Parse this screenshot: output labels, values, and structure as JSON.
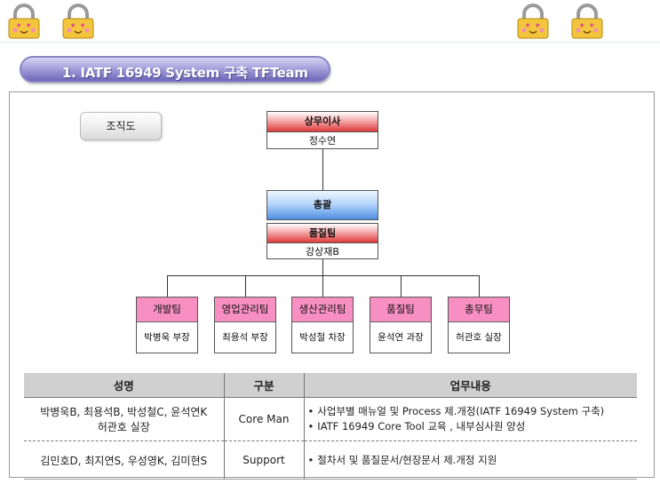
{
  "section": {
    "title": "1. IATF 16949 System 구축 TFTeam"
  },
  "org_label": "조직도",
  "org": {
    "executive": {
      "title": "상무이사",
      "name": "정수연"
    },
    "overall": {
      "title": "총괄"
    },
    "quality_lead": {
      "title": "품질팀",
      "name": "강상재B"
    },
    "teams": [
      {
        "name": "개발팀",
        "member": "박병욱 부장"
      },
      {
        "name": "영업관리팀",
        "member": "최용석 부장"
      },
      {
        "name": "생산관리팀",
        "member": "박성철 차장"
      },
      {
        "name": "품질팀",
        "member": "윤석연 과장"
      },
      {
        "name": "총무팀",
        "member": "허관호 실장"
      }
    ]
  },
  "table": {
    "headers": [
      "성명",
      "구분",
      "업무내용"
    ],
    "rows": [
      {
        "names_line1": "박병욱B, 최용석B, 박성철C, 윤석연K",
        "names_line2": "허관호 실장",
        "role": "Core Man",
        "duties": [
          "사업부별 매뉴얼 및 Process 제.개정(IATF 16949 System 구축)",
          "IATF 16949 Core Tool 교육 , 내부심사원 양성"
        ]
      },
      {
        "names_line1": "김민호D, 최지연S, 우성영K, 김미현S",
        "role": "Support",
        "duties": [
          "절차서 및 품질문서/현장문서 제.개정 지원"
        ]
      }
    ]
  },
  "colors": {
    "team_header": "#f78fc2",
    "red_header": "#e03a3a",
    "blue_header": "#4f8fe2",
    "table_header": "#d0d0d0",
    "title_pill": "#6d67b8"
  },
  "icons": {
    "decorations": [
      "smiling-lock-icon",
      "smiling-lock-icon",
      "smiling-lock-icon",
      "smiling-lock-icon"
    ]
  }
}
